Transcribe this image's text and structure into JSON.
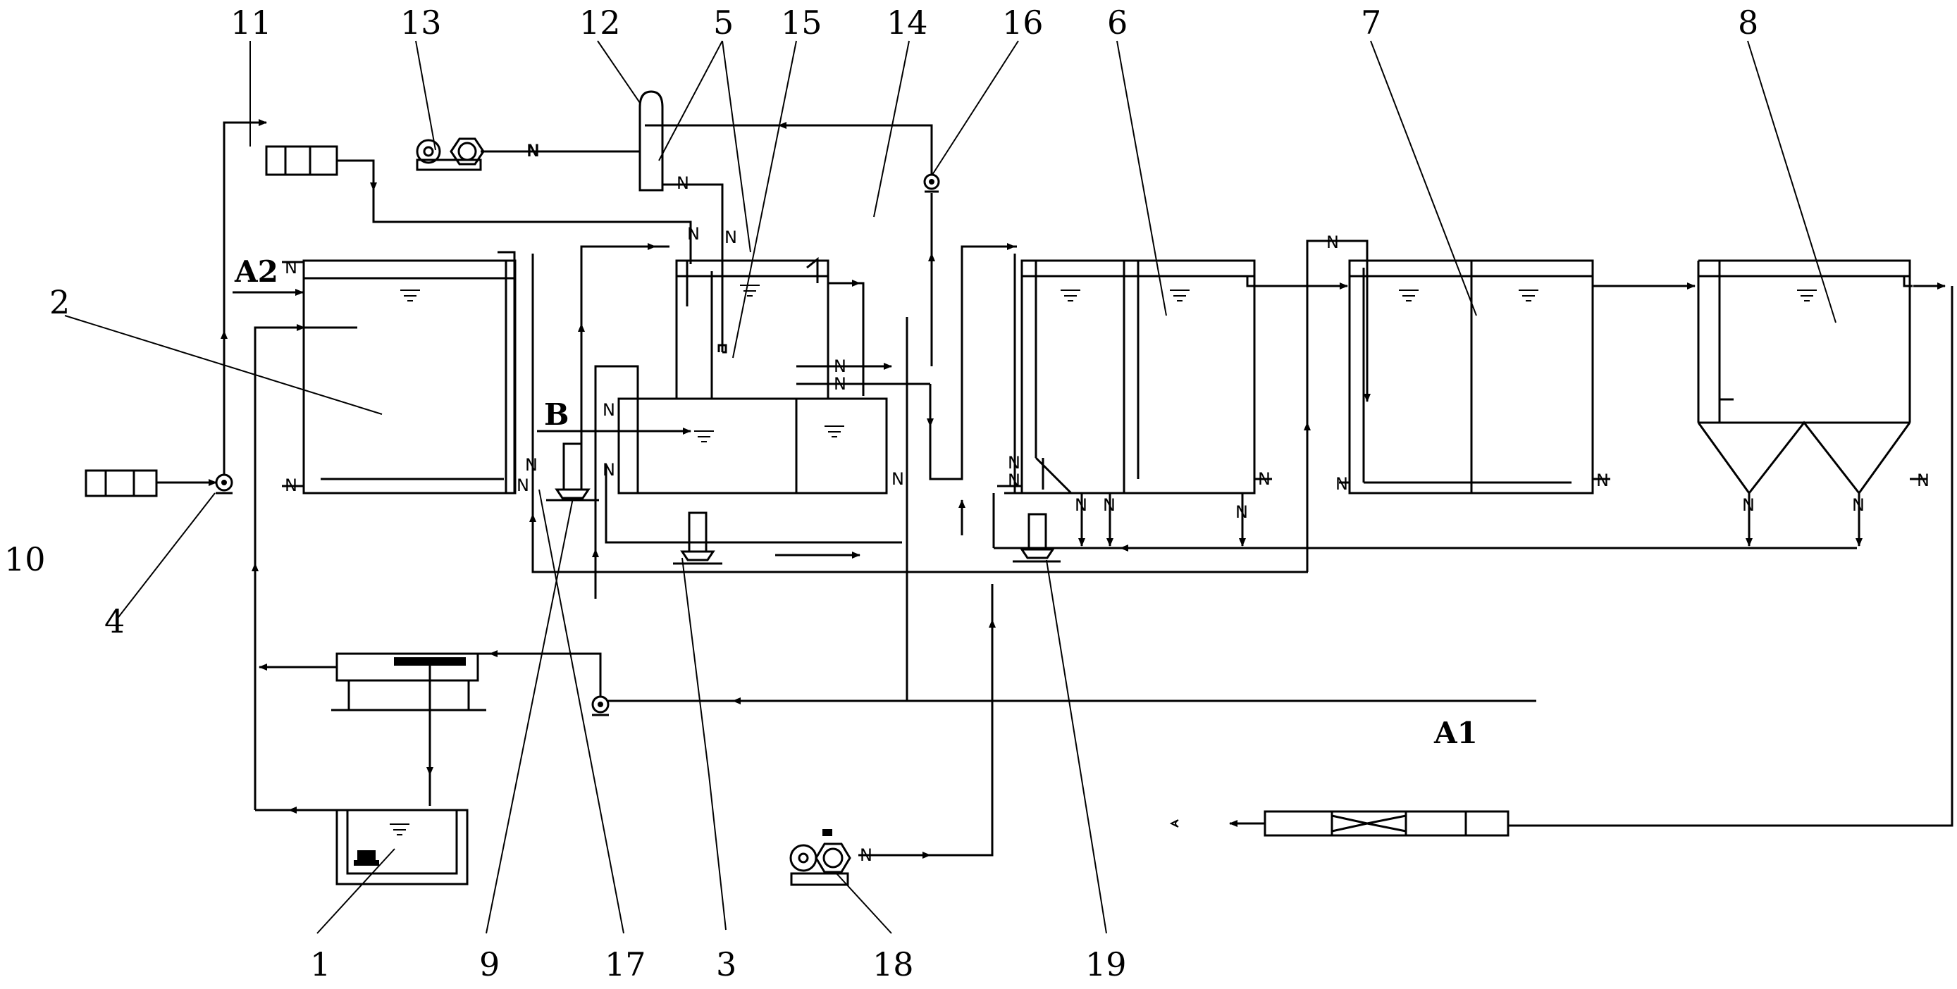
{
  "callouts": {
    "c1": "1",
    "c2": "2",
    "c3": "3",
    "c4": "4",
    "c5": "5",
    "c6": "6",
    "c7": "7",
    "c8": "8",
    "c9": "9",
    "c10": "10",
    "c11": "11",
    "c12": "12",
    "c13": "13",
    "c14": "14",
    "c15": "15",
    "c16": "16",
    "c17": "17",
    "c18": "18",
    "c19": "19"
  },
  "stream_labels": {
    "a1": "A1",
    "a2": "A2",
    "b": "B"
  },
  "valve_symbol": "N"
}
